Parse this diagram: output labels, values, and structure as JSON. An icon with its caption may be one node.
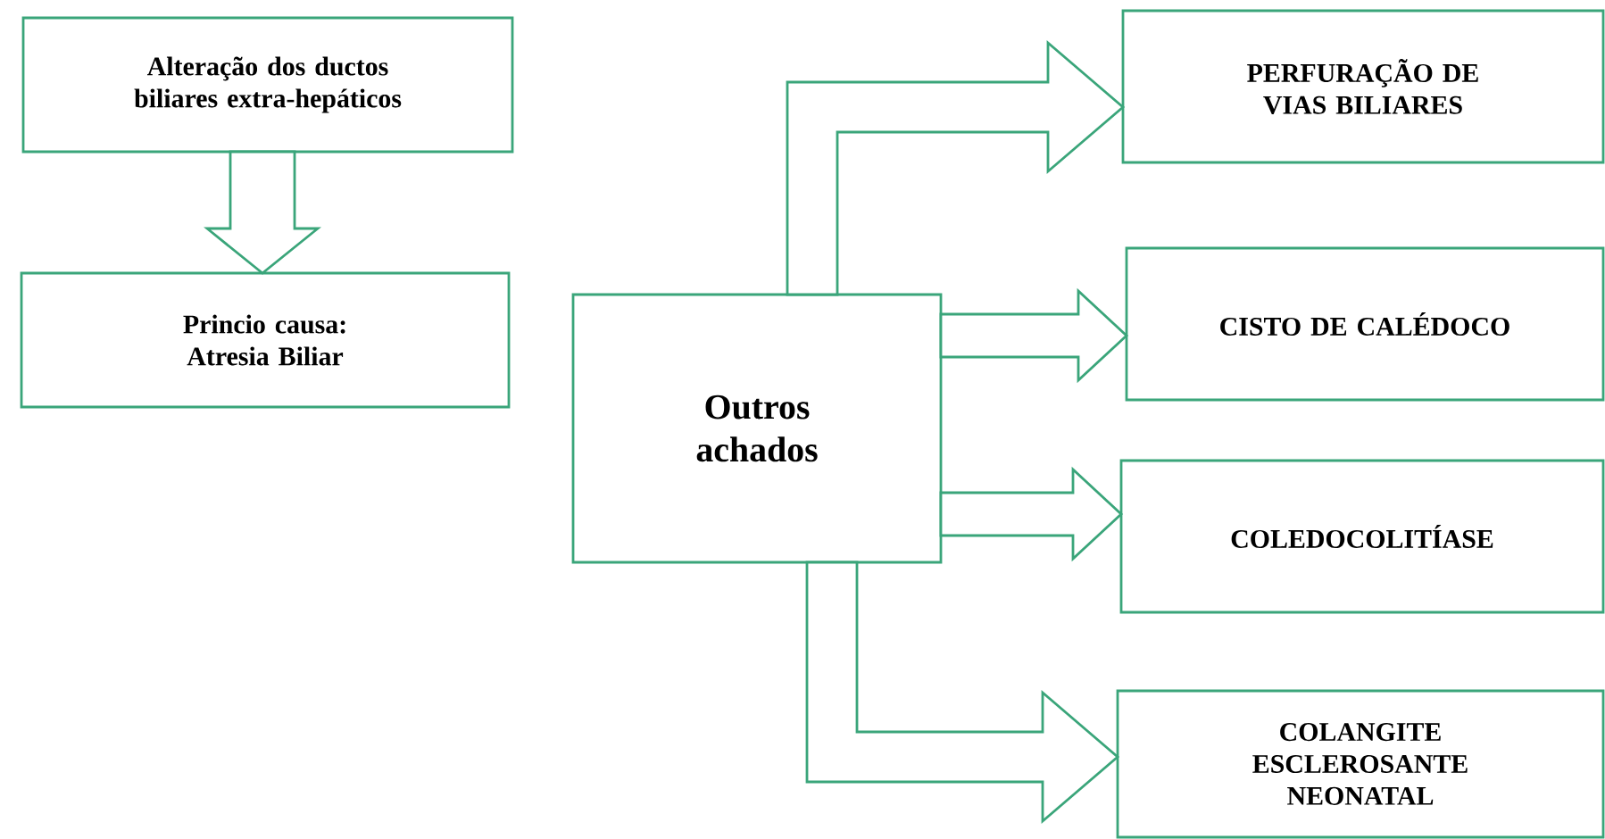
{
  "diagram": {
    "nodes": [
      {
        "text": [
          "Alteração dos ductos biliares extra-hepáticos"
        ]
      },
      {
        "text": [
          "Princio causa: Atresia Biliar"
        ]
      },
      {
        "text": [
          "Outros achados"
        ]
      },
      {
        "text": [
          "PERFURAÇÃO DE VIAS BILIARES"
        ]
      },
      {
        "text": [
          "CISTO DE CALÉDOCO"
        ]
      },
      {
        "text": [
          "COLEDOCOLITÍASE"
        ]
      },
      {
        "text": [
          "COLANGITE ESCLEROSANTE NEONATAL"
        ]
      }
    ],
    "edges": [
      {
        "from": 0,
        "to": 1,
        "arrow": "to"
      },
      {
        "from": 2,
        "to": 3,
        "arrow": "to"
      },
      {
        "from": 2,
        "to": 4,
        "arrow": "to"
      },
      {
        "from": 2,
        "to": 5,
        "arrow": "to"
      },
      {
        "from": 2,
        "to": 6,
        "arrow": "to"
      }
    ]
  }
}
